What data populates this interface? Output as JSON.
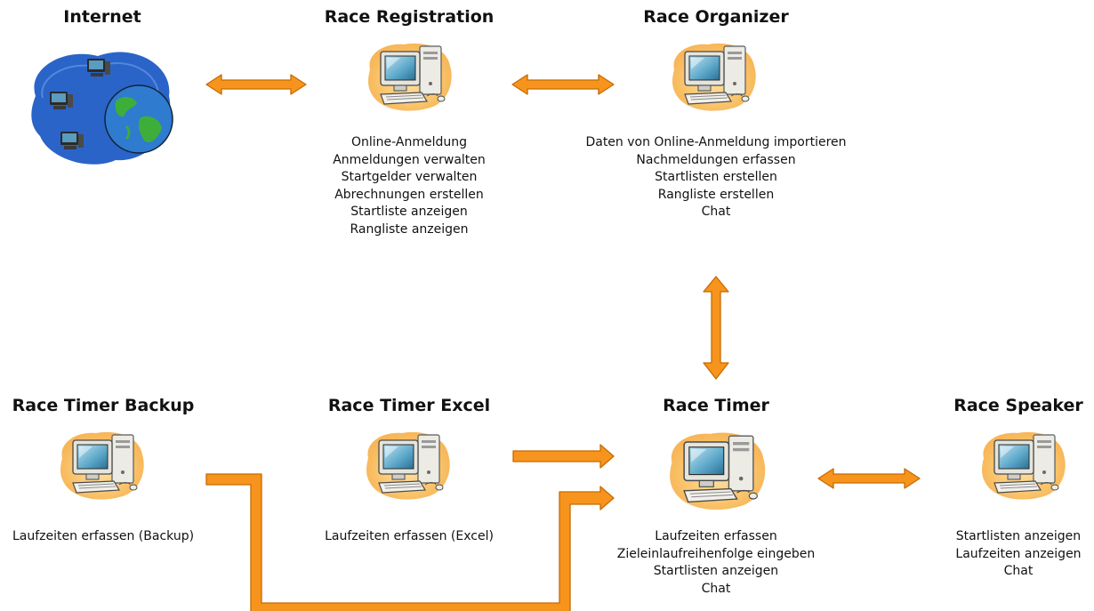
{
  "colors": {
    "arrow": "#F7941D",
    "arrow_stroke": "#C76A00",
    "blob": "#2A64C8",
    "halo": "#F7C46A"
  },
  "nodes": {
    "internet": {
      "title": "Internet",
      "icon": "network-globe-icon",
      "lines": []
    },
    "race_registration": {
      "title": "Race Registration",
      "icon": "computer-icon",
      "lines": [
        "Online-Anmeldung",
        "Anmeldungen verwalten",
        "Startgelder verwalten",
        "Abrechnungen erstellen",
        "Startliste anzeigen",
        "Rangliste anzeigen"
      ]
    },
    "race_organizer": {
      "title": "Race Organizer",
      "icon": "computer-icon",
      "lines": [
        "Daten von Online-Anmeldung importieren",
        "Nachmeldungen erfassen",
        "Startlisten erstellen",
        "Rangliste erstellen",
        "Chat"
      ]
    },
    "race_timer_backup": {
      "title": "Race Timer Backup",
      "icon": "computer-icon",
      "lines": [
        "Laufzeiten erfassen (Backup)"
      ]
    },
    "race_timer_excel": {
      "title": "Race Timer Excel",
      "icon": "computer-icon",
      "lines": [
        "Laufzeiten erfassen (Excel)"
      ]
    },
    "race_timer": {
      "title": "Race Timer",
      "icon": "computer-icon",
      "lines": [
        "Laufzeiten erfassen",
        "Zieleinlaufreihenfolge eingeben",
        "Startlisten anzeigen",
        "Chat"
      ]
    },
    "race_speaker": {
      "title": "Race Speaker",
      "icon": "computer-icon",
      "lines": [
        "Startlisten anzeigen",
        "Laufzeiten anzeigen",
        "Chat"
      ]
    }
  },
  "edges": [
    {
      "from": "internet",
      "to": "race_registration",
      "type": "bidirectional"
    },
    {
      "from": "race_registration",
      "to": "race_organizer",
      "type": "bidirectional"
    },
    {
      "from": "race_organizer",
      "to": "race_timer",
      "type": "bidirectional"
    },
    {
      "from": "race_timer_excel",
      "to": "race_timer",
      "type": "directed"
    },
    {
      "from": "race_timer_backup",
      "to": "race_timer",
      "type": "directed"
    },
    {
      "from": "race_timer",
      "to": "race_speaker",
      "type": "bidirectional"
    }
  ]
}
